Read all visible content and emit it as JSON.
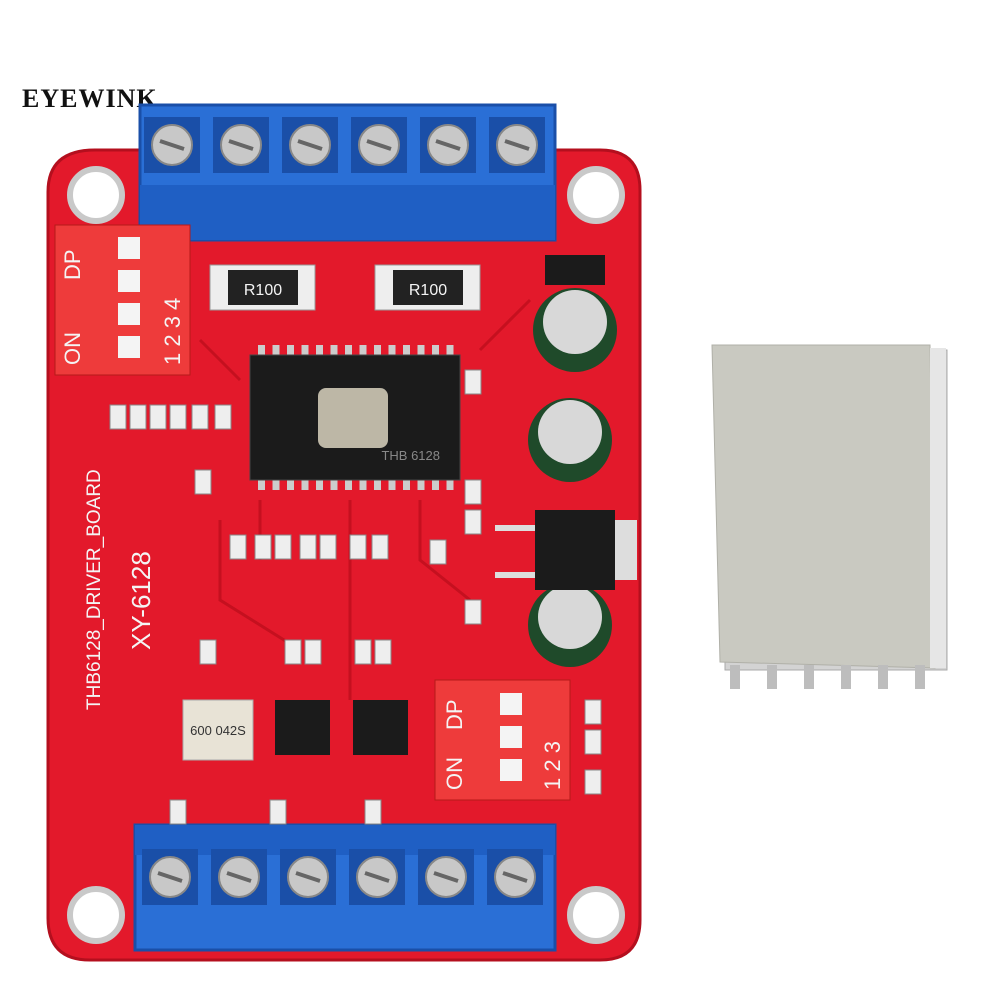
{
  "logo": {
    "text": "EYEWINK"
  },
  "board": {
    "resistor_label": "R100",
    "board_name": "THB6128_DRIVER_BOARD",
    "model": "XY-6128",
    "dip_top": {
      "dp": "DP",
      "on": "ON",
      "numbers": "1 2 3 4"
    },
    "dip_bottom": {
      "dp": "DP",
      "on": "ON",
      "numbers": "1 2 3"
    },
    "chip_label": "THB 6128",
    "optocoupler_label": "600 042S",
    "colors": {
      "pcb": "#e3192b",
      "terminal": "#2a6fd6",
      "heatsink": "#c9c9c1"
    }
  }
}
